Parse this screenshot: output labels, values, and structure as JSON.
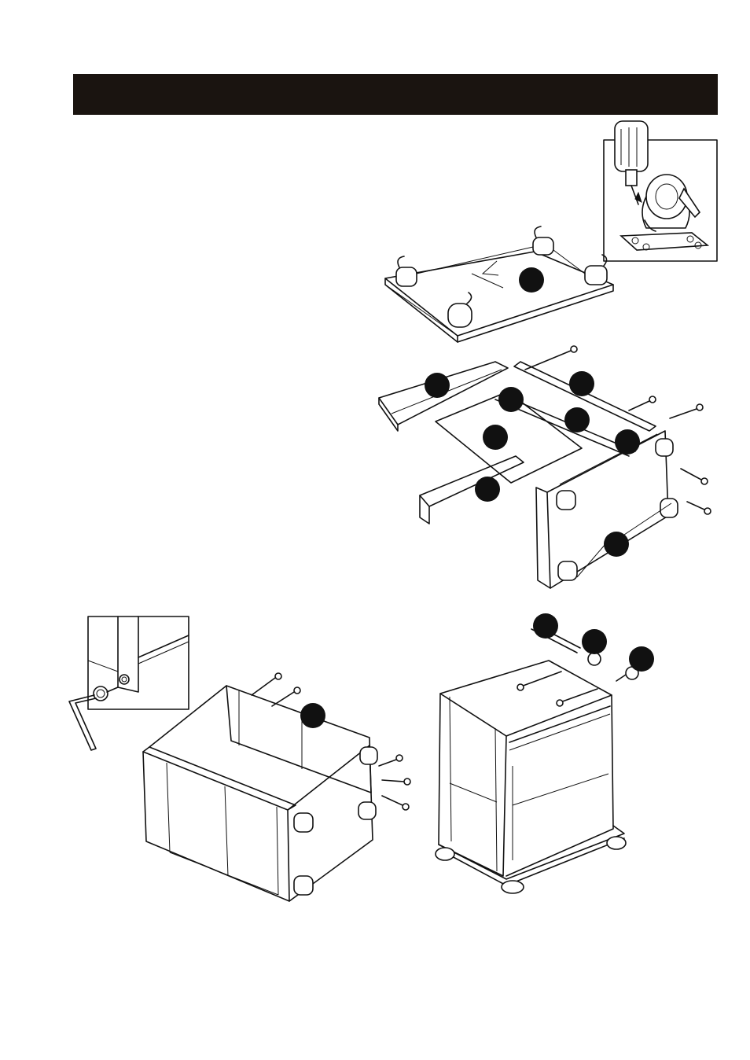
{
  "header": {
    "title": ""
  },
  "figures": {
    "caster_detail": {
      "icon": "caster-detail-illustration"
    },
    "base_panel": {
      "icon": "base-panel-with-casters"
    },
    "exploded_frame": {
      "icon": "exploded-frame-assembly"
    },
    "allen_detail": {
      "icon": "allen-key-detail"
    },
    "assembled_frame": {
      "icon": "assembled-frame-with-bolts"
    },
    "cart_frame": {
      "icon": "cart-frame-with-axle"
    }
  }
}
